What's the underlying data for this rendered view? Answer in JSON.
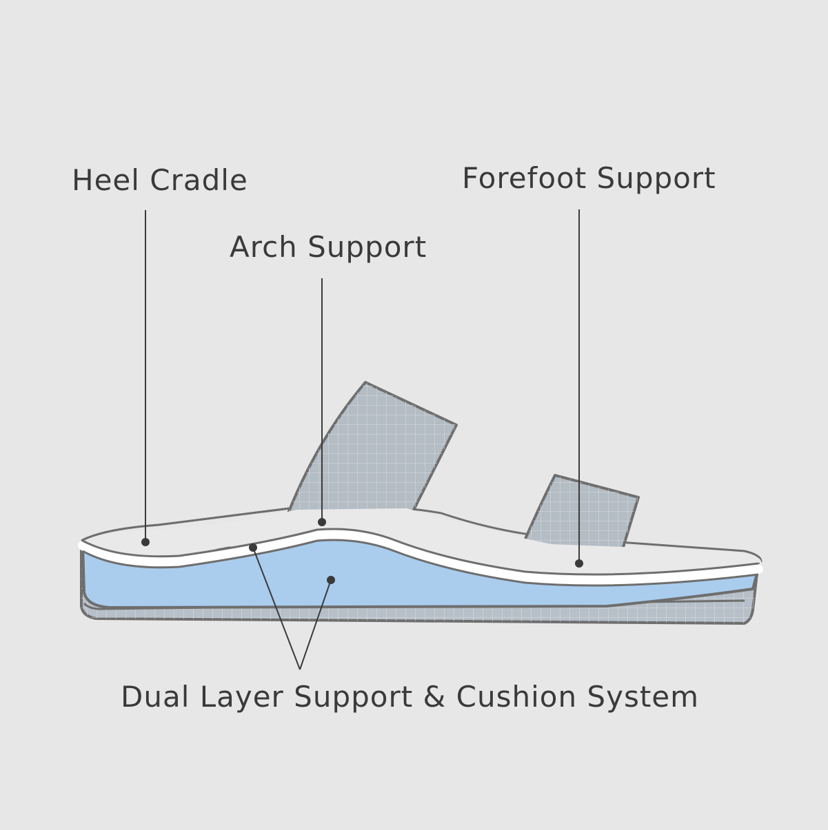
{
  "callouts": {
    "heel_cradle": "Heel Cradle",
    "arch_support": "Arch Support",
    "forefoot_support": "Forefoot Support",
    "dual_layer": "Dual Layer Support & Cushion System"
  },
  "colors": {
    "background": "#e7e7e7",
    "outline": "#6e6e6e",
    "strap_fill": "#b4bcc4",
    "cushion_fill": "#aacdee",
    "outsole_fill": "#b7c0c8",
    "footbed_top": "#e9e9e9",
    "leader": "#3a3a3a"
  }
}
